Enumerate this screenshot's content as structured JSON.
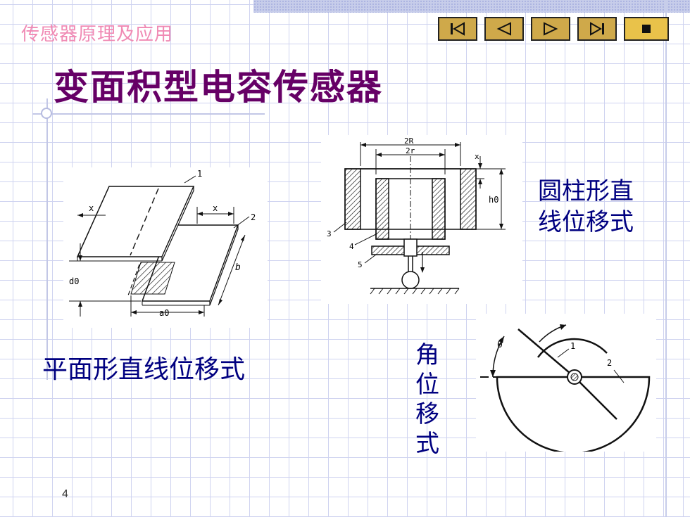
{
  "header": {
    "course_title": "传感器原理及应用",
    "slide_title": "变面积型电容传感器"
  },
  "nav": [
    {
      "name": "first-slide-button",
      "icon": "skip-to-start-icon"
    },
    {
      "name": "previous-slide-button",
      "icon": "triangle-left-icon"
    },
    {
      "name": "next-slide-button",
      "icon": "triangle-right-icon"
    },
    {
      "name": "last-slide-button",
      "icon": "skip-to-end-icon"
    },
    {
      "name": "stop-slideshow-button",
      "icon": "square-stop-icon"
    }
  ],
  "colors": {
    "title": "#660066",
    "course_title": "#f08ab4",
    "label": "#000080",
    "grid": "#cfd3f0",
    "nav_button": "#cfa94a"
  },
  "figures": {
    "planar": {
      "caption": "平面形直线位移式",
      "labels": {
        "part1": "1",
        "part2": "2",
        "x_left": "x",
        "x_right": "x",
        "b": "b",
        "d0": "d0",
        "a0": "a0"
      }
    },
    "cylindrical": {
      "caption_line1": "圆柱形直",
      "caption_line2": "线位移式",
      "labels": {
        "outer": "2R",
        "inner": "2r",
        "x": "x",
        "h0": "h0",
        "p3": "3",
        "p4": "4",
        "p5": "5"
      }
    },
    "angular": {
      "caption_chars": [
        "角",
        "位",
        "移",
        "式"
      ],
      "labels": {
        "theta": "θ",
        "p1": "1",
        "p2": "2"
      }
    }
  },
  "page_number": "4"
}
